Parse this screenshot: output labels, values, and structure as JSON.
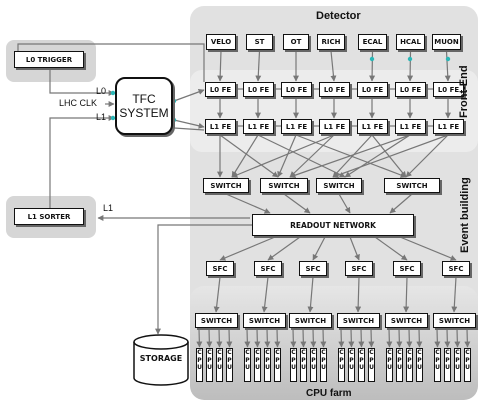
{
  "detector": {
    "title": "Detector",
    "subdetectors": [
      "VELO",
      "ST",
      "OT",
      "RICH",
      "ECAL",
      "HCAL",
      "MUON"
    ]
  },
  "front_end": {
    "l0_fe_label": "L0 FE",
    "l1_fe_label": "L1 FE",
    "region_label": "Front-End"
  },
  "trigger": {
    "l0_trigger": "L0 TRIGGER",
    "l1_sorter": "L1 SORTER",
    "tfc_line1": "TFC",
    "tfc_line2": "SYSTEM",
    "sig_l0": "L0",
    "sig_lhc_clk": "LHC CLK",
    "sig_l1": "L1",
    "sig_l1_sorter": "L1"
  },
  "event_building": {
    "switch_label": "SWITCH",
    "readout_network": "READOUT NETWORK",
    "region_label": "Event building"
  },
  "farm": {
    "sfc_label": "SFC",
    "switch_label": "SWITCH",
    "cpu_label": "CPU",
    "storage_label": "STORAGE",
    "region_label": "CPU farm"
  },
  "colors": {
    "panel": "#dcdcdc",
    "panel_dark": "#c9c9c9",
    "box_border": "#111111",
    "arrow": "#777777",
    "link_dot": "#2ab7b7"
  }
}
